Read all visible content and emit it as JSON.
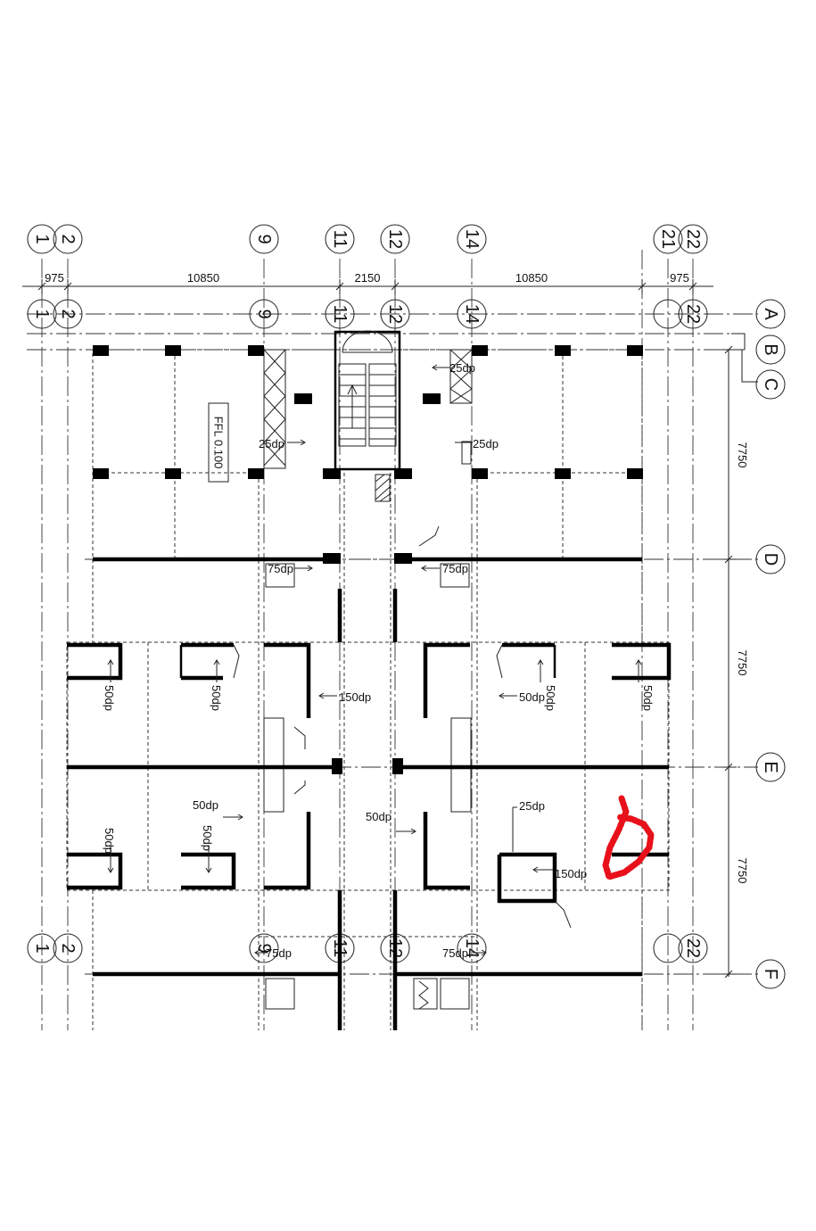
{
  "drawing": {
    "column_bubbles_top": [
      "1",
      "2",
      "9",
      "11",
      "12",
      "14",
      "21",
      "22"
    ],
    "column_bubbles_row2": [
      "1",
      "2",
      "9",
      "11",
      "12",
      "14",
      "",
      "22"
    ],
    "column_bubbles_lower": [
      "1",
      "2",
      "9",
      "11",
      "12",
      "14",
      "",
      "22"
    ],
    "row_bubbles": [
      "A",
      "B",
      "C",
      "D",
      "E",
      "F"
    ],
    "top_dimensions": [
      "975",
      "10850",
      "2150",
      "10850",
      "975"
    ],
    "right_dimensions": [
      "7750",
      "7750",
      "7750"
    ],
    "floor_level": "FFL 0.100",
    "drop_notes": [
      "25dp",
      "25dp",
      "25dp",
      "75dp",
      "75dp",
      "50dp",
      "50dp",
      "150dp",
      "50dp",
      "50dp",
      "25dp",
      "50dp",
      "50dp",
      "50dp",
      "150dp",
      "75dp",
      "75dp"
    ],
    "handwritten_mark": "D",
    "colors": {
      "ink": "#000000",
      "markup": "#e8101a",
      "paper": "#ffffff"
    }
  }
}
